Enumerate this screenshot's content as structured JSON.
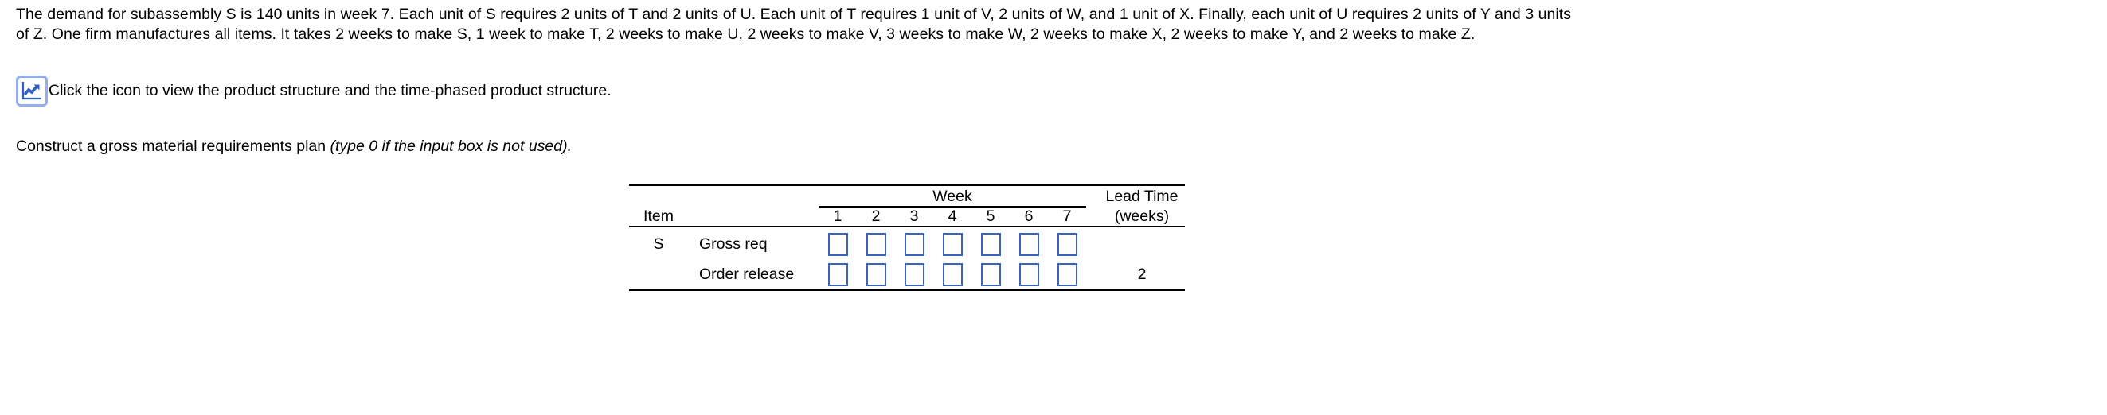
{
  "problem": {
    "line1": "The demand for subassembly S is 140 units in week 7. Each unit of S requires 2 units of T and 2 units of U. Each unit of T requires 1 unit of V, 2 units of W, and 1 unit of X. Finally, each unit of U requires 2 units of Y and 3 units",
    "line2": "of Z. One firm manufactures all items. It takes 2 weeks to make S, 1 week to make T, 2 weeks to make U, 2 weeks to make V, 3 weeks to make W, 2 weeks to make X, 2 weeks to make Y, and 2 weeks to make Z."
  },
  "icon_row": {
    "icon_name": "chart-trend-icon",
    "caption": "Click the icon to view the product structure and the time-phased product structure."
  },
  "construct": {
    "text": "Construct a gross material requirements plan ",
    "hint": "(type 0 if the input box is not used)."
  },
  "table": {
    "group_header": "Week",
    "lead_time_header": "Lead Time",
    "lead_time_unit": "(weeks)",
    "item_header": "Item",
    "week_numbers": [
      "1",
      "2",
      "3",
      "4",
      "5",
      "6",
      "7"
    ],
    "rows": [
      {
        "item": "S",
        "description": "Gross req",
        "values": [
          "",
          "",
          "",
          "",
          "",
          "",
          ""
        ],
        "lead_time": ""
      },
      {
        "item": "",
        "description": "Order release",
        "values": [
          "",
          "",
          "",
          "",
          "",
          "",
          ""
        ],
        "lead_time": "2"
      }
    ]
  },
  "colors": {
    "input_border": "#3a63c0",
    "icon_border": "#93adee",
    "icon_fill": "#2f5fc4",
    "rule": "#000000"
  }
}
